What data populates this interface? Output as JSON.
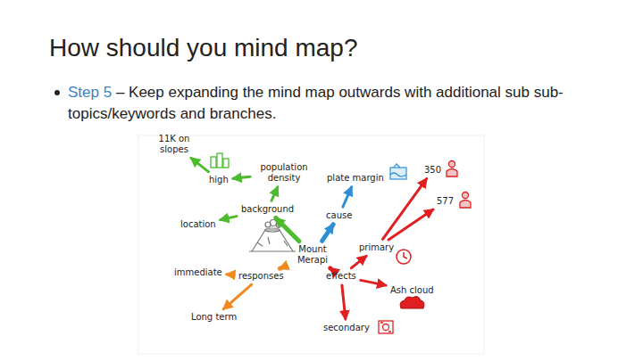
{
  "diagram": {
    "title": "How should you mind map?",
    "nodes": [
      {
        "text": [
          "Mount Merapi"
        ]
      },
      {
        "text": [
          "background"
        ]
      },
      {
        "text": [
          "location"
        ]
      },
      {
        "text": [
          "population density"
        ]
      },
      {
        "text": [
          "high"
        ]
      },
      {
        "text": [
          "11K on slopes"
        ]
      },
      {
        "text": [
          "cause"
        ]
      },
      {
        "text": [
          "plate margin"
        ]
      },
      {
        "text": [
          "effects"
        ]
      },
      {
        "text": [
          "primary"
        ]
      },
      {
        "text": [
          "350"
        ]
      },
      {
        "text": [
          "577"
        ]
      },
      {
        "text": [
          "Ash cloud"
        ]
      },
      {
        "text": [
          "secondary"
        ]
      },
      {
        "text": [
          "responses"
        ]
      },
      {
        "text": [
          "immediate"
        ]
      },
      {
        "text": [
          "Long term"
        ]
      }
    ],
    "edges": [
      {
        "from": 0,
        "to": 1,
        "arrow": "to"
      },
      {
        "from": 1,
        "to": 2,
        "arrow": "to"
      },
      {
        "from": 1,
        "to": 3,
        "arrow": "to"
      },
      {
        "from": 3,
        "to": 4,
        "arrow": "to"
      },
      {
        "from": 4,
        "to": 5,
        "arrow": "to"
      },
      {
        "from": 0,
        "to": 6,
        "arrow": "to"
      },
      {
        "from": 6,
        "to": 7,
        "arrow": "to"
      },
      {
        "from": 0,
        "to": 8,
        "arrow": "to"
      },
      {
        "from": 8,
        "to": 9,
        "arrow": "to"
      },
      {
        "from": 9,
        "to": 10,
        "arrow": "to"
      },
      {
        "from": 9,
        "to": 11,
        "arrow": "to"
      },
      {
        "from": 8,
        "to": 12,
        "arrow": "to"
      },
      {
        "from": 8,
        "to": 13,
        "arrow": "to"
      },
      {
        "from": 0,
        "to": 14,
        "arrow": "to"
      },
      {
        "from": 14,
        "to": 15,
        "arrow": "to"
      },
      {
        "from": 14,
        "to": 16,
        "arrow": "to"
      }
    ],
    "labels": [
      "Step 5",
      "– Keep expanding the mind map outwards with additional sub sub-topics/keywords and branches."
    ]
  }
}
